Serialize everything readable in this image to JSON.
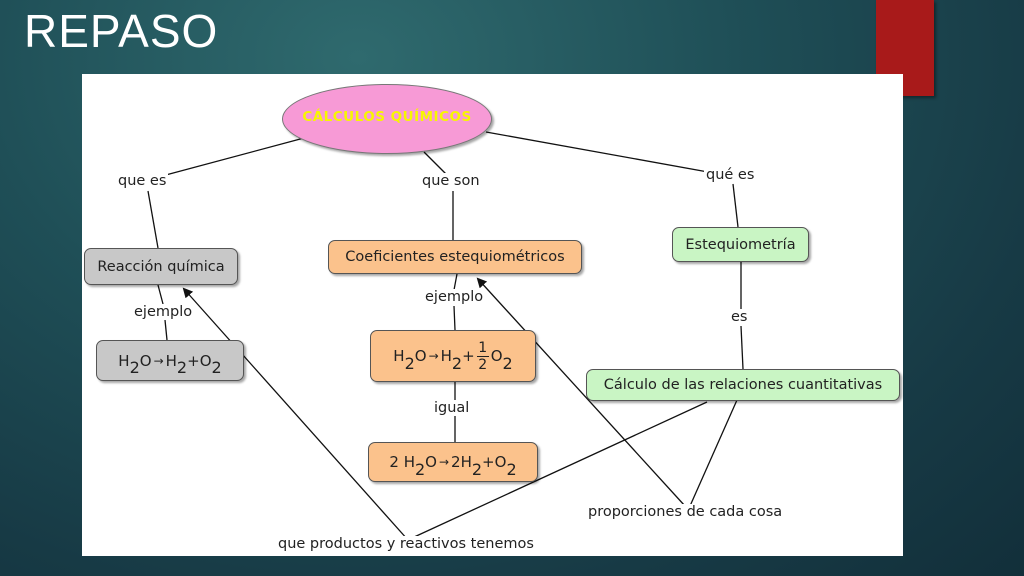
{
  "slide": {
    "title": "REPASO",
    "accent_color": "#a81a1a"
  },
  "map": {
    "root": "CÁLCULOS QUÍMICOS",
    "links": {
      "que_es": "que es",
      "que_son": "que son",
      "que_es_2": "qué es",
      "ejemplo_1": "ejemplo",
      "ejemplo_2": "ejemplo",
      "es": "es",
      "igual": "igual",
      "proporciones": "proporciones de cada cosa",
      "productos": "que productos y reactivos tenemos"
    },
    "nodes": {
      "reaccion": "Reacción química",
      "coeficientes": "Coeficientes estequiométricos",
      "estequiometria": "Estequiometría",
      "calculo": "Cálculo de las relaciones cuantitativas"
    },
    "formula1": {
      "a": "H",
      "a_sub": "2",
      "b": "O",
      "arrow": "→",
      "c": "H",
      "c_sub": "2",
      "plus": "+",
      "d": "O",
      "d_sub": "2"
    },
    "formula2": {
      "a": "H",
      "a_sub": "2",
      "b": "O",
      "arrow": "→",
      "c": "H",
      "c_sub": "2",
      "plus": "+",
      "num": "1",
      "den": "2",
      "d": "O",
      "d_sub": "2"
    },
    "formula3": {
      "coef1": "2",
      "a": "H",
      "a_sub": "2",
      "b": "O",
      "arrow": "→",
      "coef2": "2",
      "c": "H",
      "c_sub": "2",
      "plus": "+",
      "d": "O",
      "d_sub": "2"
    }
  },
  "colors": {
    "root": "#f79ad6",
    "root_text": "#f7f700",
    "gray": "#c8c8c8",
    "orange": "#fbc28c",
    "green": "#c9f5c4"
  }
}
